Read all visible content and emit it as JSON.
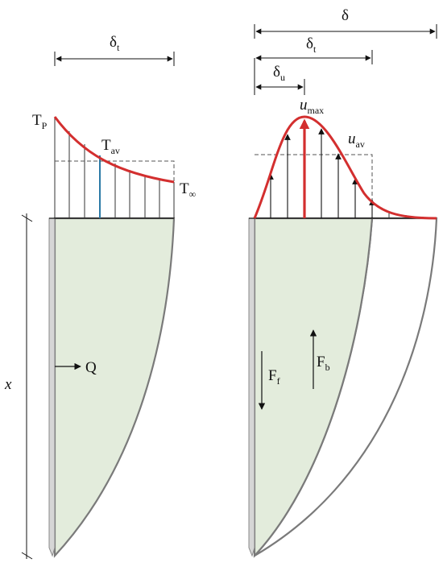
{
  "left_panel": {
    "delta_t": {
      "main": "δ",
      "sub": "t"
    },
    "t_p": {
      "main": "T",
      "sub": "P"
    },
    "t_av": {
      "main": "T",
      "sub": "av"
    },
    "t_inf": {
      "main": "T",
      "sub": "∞"
    },
    "q_label": "Q",
    "x_label": "x"
  },
  "right_panel": {
    "delta": "δ",
    "delta_t": {
      "main": "δ",
      "sub": "t"
    },
    "delta_u": {
      "main": "δ",
      "sub": "u"
    },
    "u_max": {
      "main": "u",
      "sub": "max"
    },
    "u_av": {
      "main": "u",
      "sub": "av"
    },
    "f_f": {
      "main": "F",
      "sub": "f"
    },
    "f_b": {
      "main": "F",
      "sub": "b"
    }
  },
  "colors": {
    "profile_red": "#d32f2f",
    "region_green": "#e3ecdc",
    "wall_gray": "#d6d6d6",
    "edge_gray": "#7a7a7a",
    "highlight_blue": "#2b7aa6"
  }
}
